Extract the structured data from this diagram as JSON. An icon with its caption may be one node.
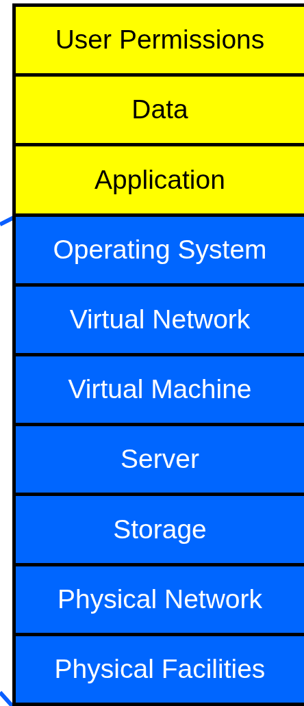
{
  "diagram": {
    "nodes": [
      {
        "text": [
          "User Permissions"
        ]
      },
      {
        "text": [
          "Data"
        ]
      },
      {
        "text": [
          "Application"
        ]
      },
      {
        "text": [
          "Operating System"
        ]
      },
      {
        "text": [
          "Virtual Network"
        ]
      },
      {
        "text": [
          "Virtual Machine"
        ]
      },
      {
        "text": [
          "Server"
        ]
      },
      {
        "text": [
          "Storage"
        ]
      },
      {
        "text": [
          "Physical Network"
        ]
      },
      {
        "text": [
          "Physical Facilities"
        ]
      }
    ]
  }
}
